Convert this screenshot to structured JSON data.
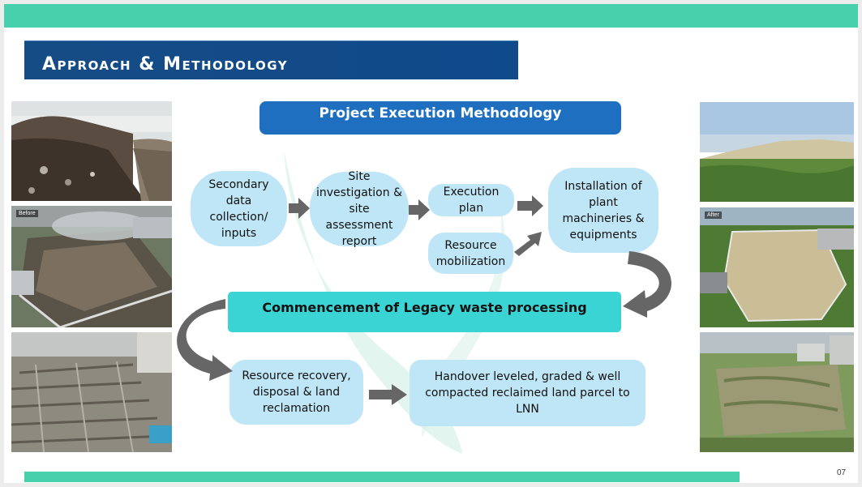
{
  "slide": {
    "title": "Approach & Methodology",
    "page_number": "07"
  },
  "colors": {
    "accent_band": "#48cfac",
    "title_bar": "#164c86",
    "header_pill": "#1f6fc0",
    "node_fill": "#bfe6f6",
    "processing_band": "#3ad4d5",
    "arrow": "#666666"
  },
  "diagram": {
    "header": "Project Execution Methodology",
    "nodes": {
      "secondary_data": "Secondary data collection/ inputs",
      "site_investigation": "Site investigation & site assessment report",
      "execution_plan": "Execution plan",
      "resource_mobilization": "Resource mobilization",
      "installation": "Installation of plant machineries & equipments",
      "commencement": "Commencement of Legacy waste processing",
      "resource_recovery": "Resource recovery, disposal & land reclamation",
      "handover": "Handover leveled, graded & well compacted reclaimed land parcel to LNN"
    }
  },
  "photos": {
    "left_middle_tag": "Before",
    "right_middle_tag": "After"
  }
}
